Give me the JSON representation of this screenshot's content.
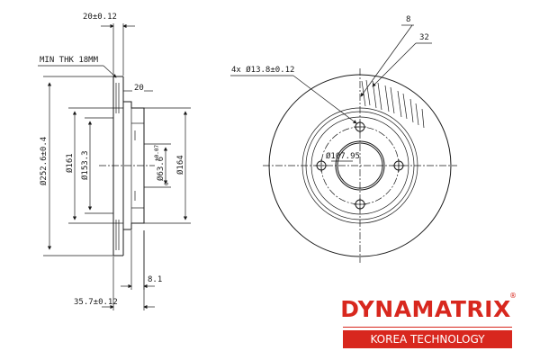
{
  "labels": {
    "thickness_top": "20±0.12",
    "min_thk": "MIN THK 18MM",
    "hub_20": "20",
    "dia_outer": "Ø252.6±0.4",
    "dia_161": "Ø161",
    "dia_153": "Ø153.3",
    "dia_center": "Ø63.6",
    "dia_center_tol": "+0.07",
    "dia_center_tol2": "0",
    "dia_164": "Ø164",
    "dim_8_1": "8.1",
    "height": "35.7±0.12",
    "holes": "4x Ø13.8±0.12",
    "pcd": "Ø107.95",
    "callout_8": "8",
    "callout_32": "32"
  },
  "brand": {
    "name": "DYNAMATRIX",
    "registered": "®",
    "tagline": "KOREA TECHNOLOGY",
    "color": "#d8271e"
  }
}
